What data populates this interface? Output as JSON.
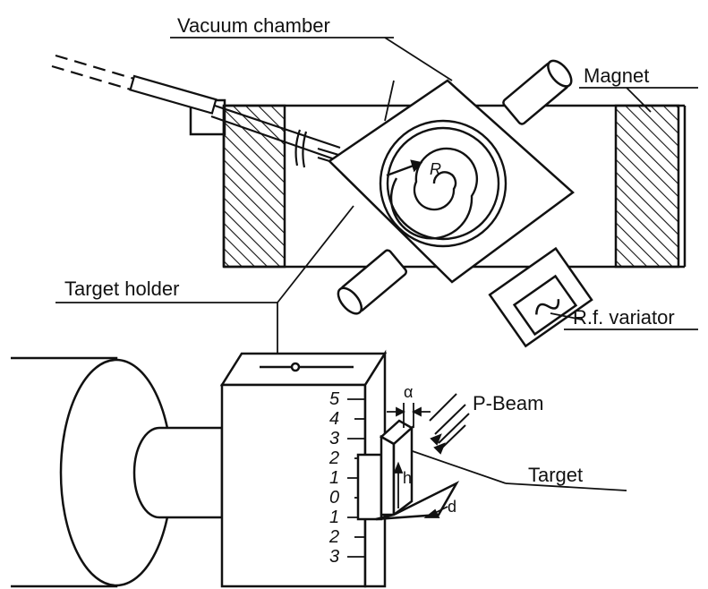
{
  "labels": {
    "vacuum_chamber": "Vacuum chamber",
    "magnet": "Magnet",
    "target_holder": "Target holder",
    "rf_variator": "R.f. variator",
    "p_beam": "P-Beam",
    "target": "Target"
  },
  "symbols": {
    "radius": "R",
    "alpha": "α",
    "height": "h",
    "depth": "d"
  },
  "scale_ticks": [
    "5",
    "4",
    "3",
    "2",
    "1",
    "0",
    "1",
    "2",
    "3"
  ],
  "colors": {
    "ink": "#111111",
    "paper": "#ffffff"
  }
}
